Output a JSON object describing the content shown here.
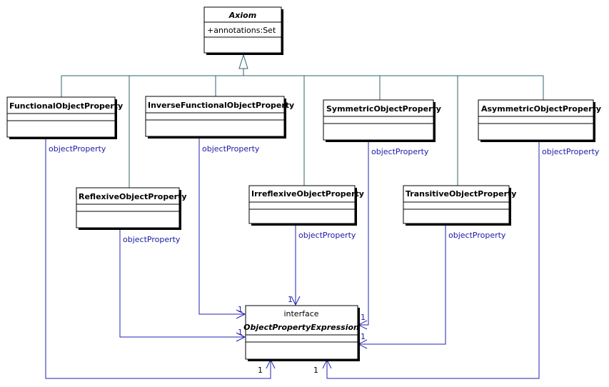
{
  "classes": {
    "axiom": {
      "name": "Axiom",
      "attribute": "+annotations:Set"
    },
    "functional": {
      "name": "FunctionalObjectProperty"
    },
    "inverse_functional": {
      "name": "InverseFunctionalObjectProperty"
    },
    "symmetric": {
      "name": "SymmetricObjectProperty"
    },
    "asymmetric": {
      "name": "AsymmetricObjectProperty"
    },
    "reflexive": {
      "name": "ReflexiveObjectProperty"
    },
    "irreflexive": {
      "name": "IrreflexiveObjectProperty"
    },
    "transitive": {
      "name": "TransitiveObjectProperty"
    },
    "ope": {
      "stereotype": "interface",
      "name": "ObjectPropertyExpression"
    }
  },
  "associations": {
    "role_label": "objectProperty",
    "multiplicity": "1"
  }
}
